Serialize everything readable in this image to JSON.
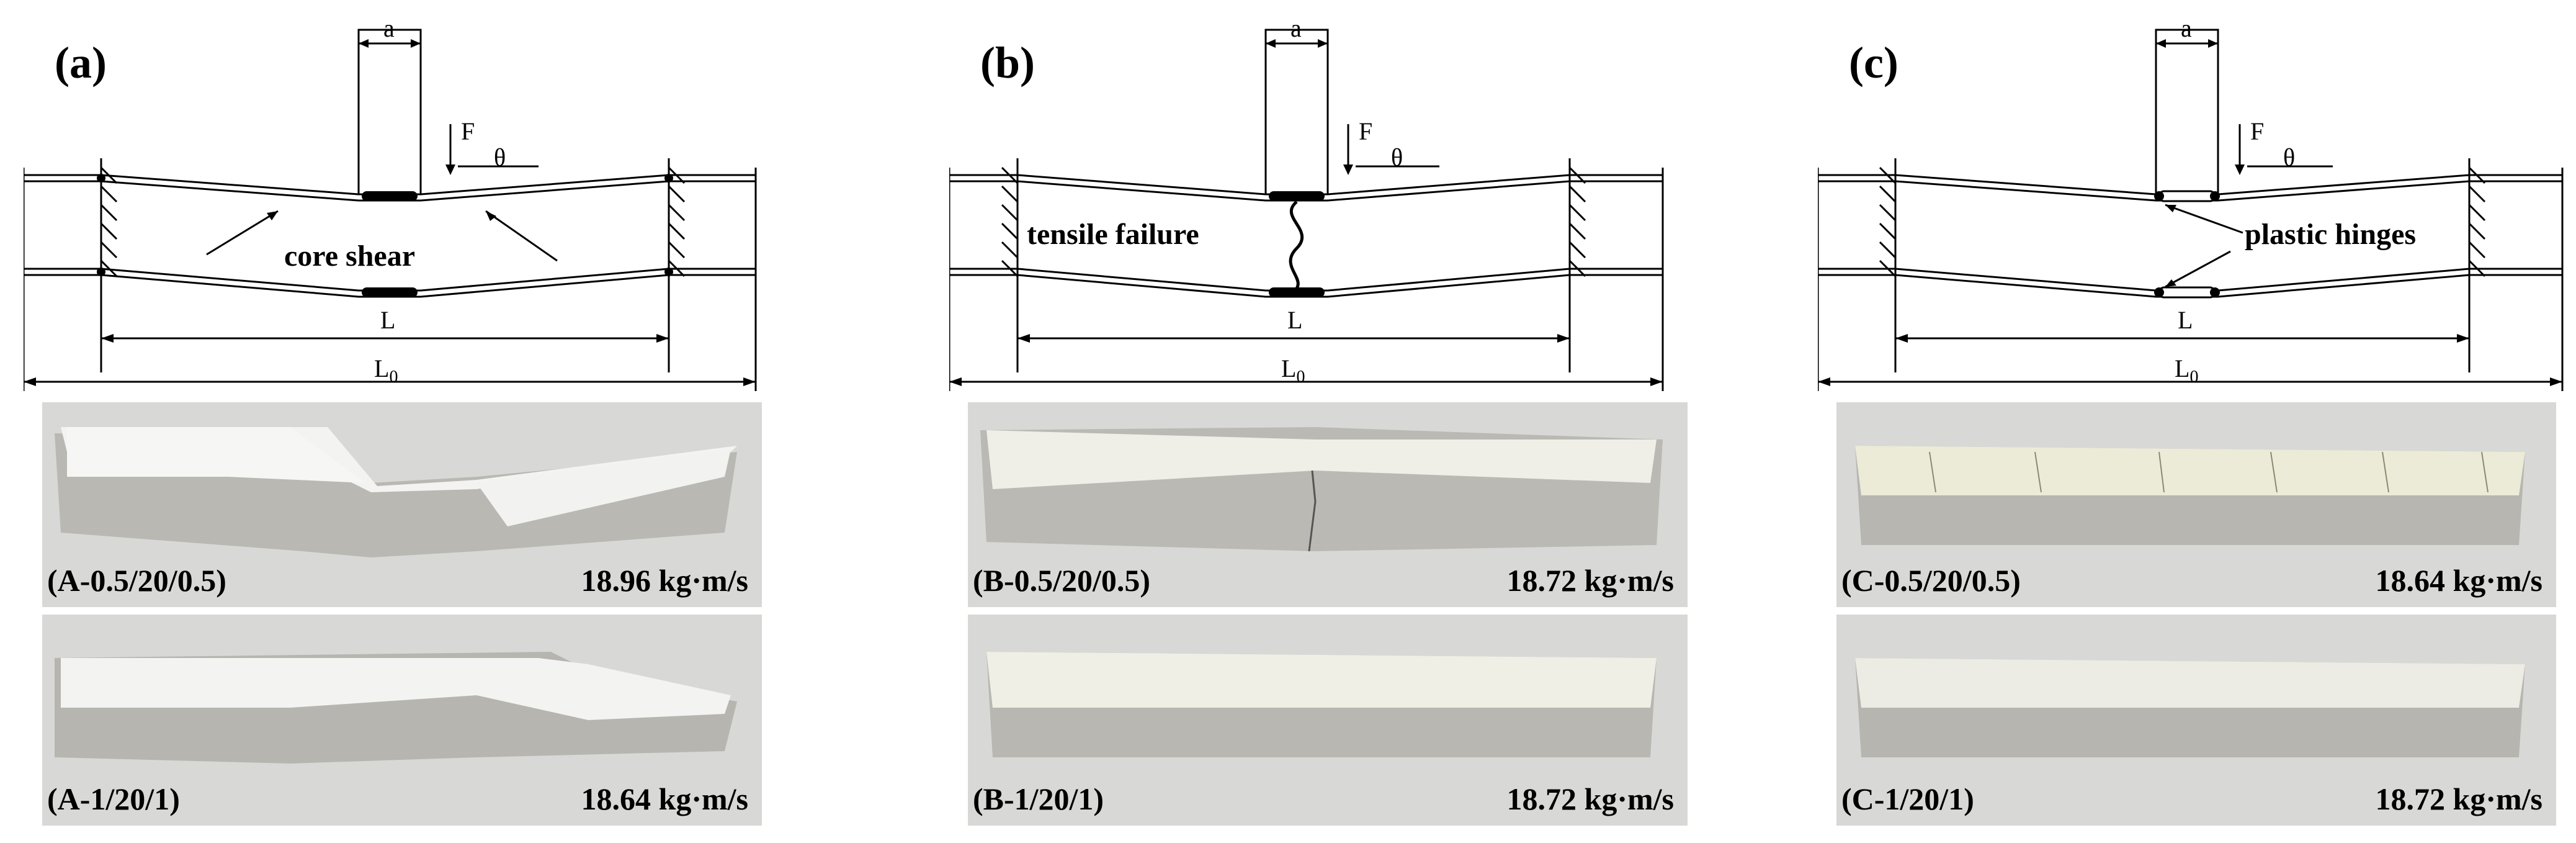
{
  "panels": [
    {
      "label": "(a)",
      "annotation": "core shear",
      "dim_a": "a",
      "force": "F",
      "angle": "θ",
      "span": "L",
      "total": "L",
      "total_sub": "0",
      "specimens": [
        {
          "label": "(A-0.5/20/0.5)",
          "momentum": "18.96 kg·m/s"
        },
        {
          "label": "(A-1/20/1)",
          "momentum": "18.64 kg·m/s"
        }
      ]
    },
    {
      "label": "(b)",
      "annotation": "tensile failure",
      "dim_a": "a",
      "force": "F",
      "angle": "θ",
      "span": "L",
      "total": "L",
      "total_sub": "0",
      "specimens": [
        {
          "label": "(B-0.5/20/0.5)",
          "momentum": "18.72 kg·m/s"
        },
        {
          "label": "(B-1/20/1)",
          "momentum": "18.72 kg·m/s"
        }
      ]
    },
    {
      "label": "(c)",
      "annotation": "plastic hinges",
      "dim_a": "a",
      "force": "F",
      "angle": "θ",
      "span": "L",
      "total": "L",
      "total_sub": "0",
      "specimens": [
        {
          "label": "(C-0.5/20/0.5)",
          "momentum": "18.64 kg·m/s"
        },
        {
          "label": "(C-1/20/1)",
          "momentum": "18.72 kg·m/s"
        }
      ]
    }
  ]
}
